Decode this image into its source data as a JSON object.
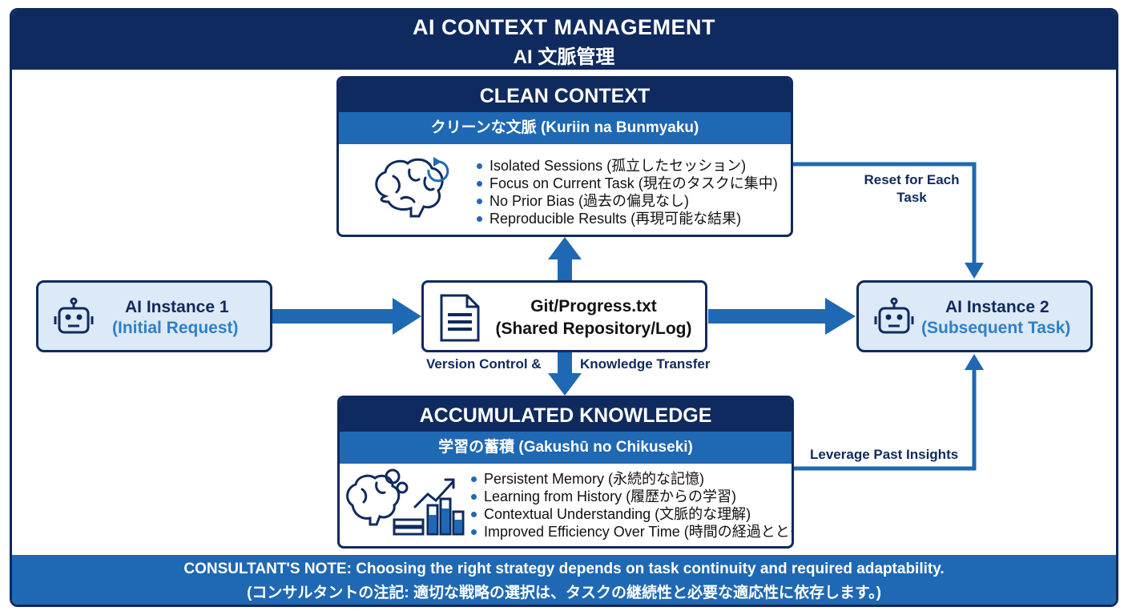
{
  "header": {
    "title": "AI CONTEXT MANAGEMENT",
    "subtitle": "AI 文脈管理"
  },
  "clean": {
    "title": "CLEAN CONTEXT",
    "subtitle": "クリーンな文脈 (Kuriin na Bunmyaku)",
    "items": [
      "Isolated Sessions (孤立したセッション)",
      "Focus on Current Task (現在のタスクに集中)",
      "No Prior Bias (過去の偏見なし)",
      "Reproducible Results (再現可能な結果)"
    ]
  },
  "accum": {
    "title": "ACCUMULATED KNOWLEDGE",
    "subtitle": "学習の蓄積 (Gakushū no Chikuseki)",
    "items": [
      "Persistent Memory (永続的な記憶)",
      "Learning from History (履歴からの学習)",
      "Contextual Understanding (文脈的な理解)",
      "Improved Efficiency Over Time (時間の経過とともに効率向上)"
    ]
  },
  "instance1": {
    "title": "AI Instance 1",
    "sub": "(Initial Request)"
  },
  "instance2": {
    "title": "AI Instance 2",
    "sub": "(Subsequent Task)"
  },
  "repo": {
    "title": "Git/Progress.txt",
    "sub": "(Shared Repository/Log)"
  },
  "labels": {
    "version_control": "Version Control &",
    "knowledge_transfer": "Knowledge Transfer",
    "reset_line1": "Reset for Each",
    "reset_line2": "Task",
    "leverage": "Leverage Past Insights"
  },
  "footer": {
    "note": "CONSULTANT'S NOTE: Choosing the right strategy depends on task continuity and required adaptability.",
    "note_ja": "(コンサルタントの注記: 適切な戦略の選択は、タスクの継続性と必要な適応性に依存します。)"
  },
  "colors": {
    "navy": "#0f2a5e",
    "blue": "#1f68b3",
    "light": "#dce9f7"
  }
}
